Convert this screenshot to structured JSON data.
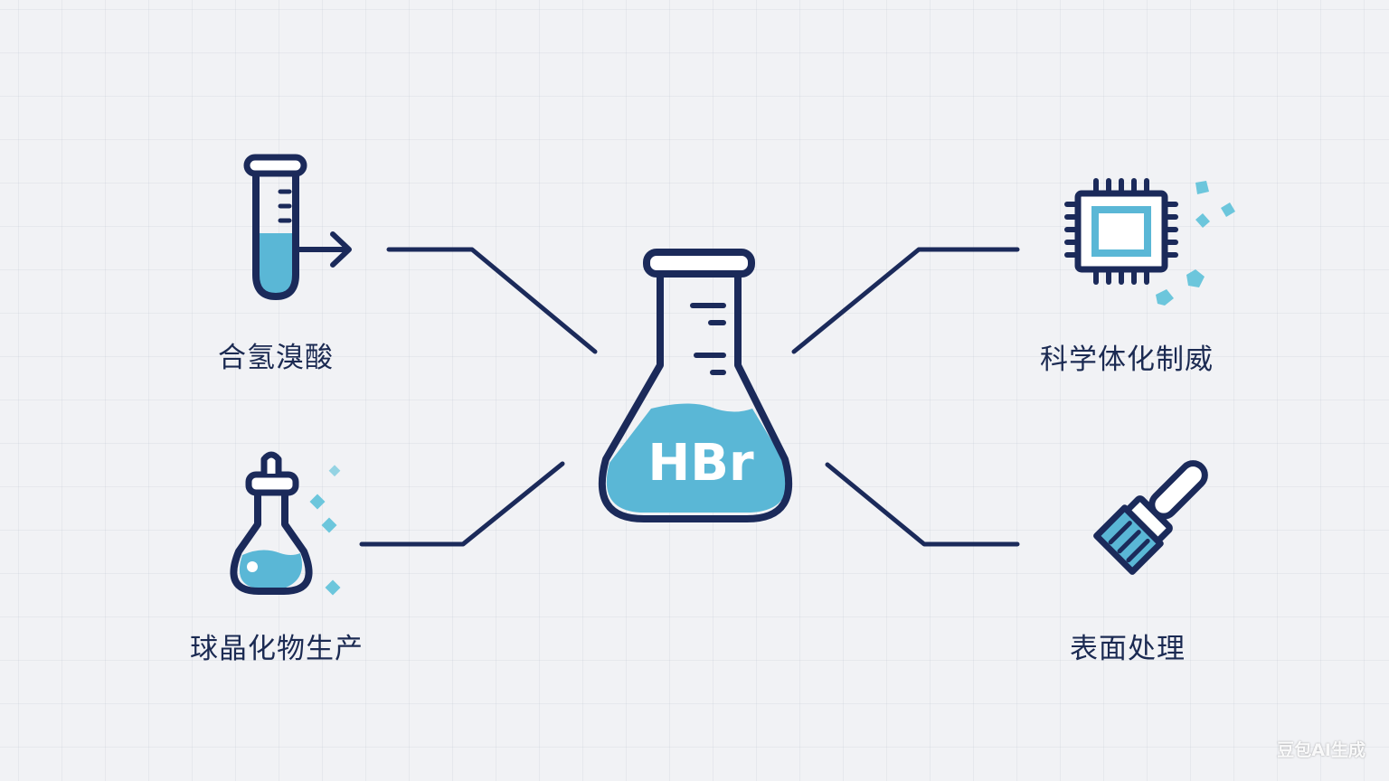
{
  "center": {
    "label": "HBr",
    "icon": "erlenmeyer-flask-icon"
  },
  "nodes": [
    {
      "id": "top-left",
      "label": "合氢溴酸",
      "icon": "test-tube-arrow-icon"
    },
    {
      "id": "bottom-left",
      "label": "球晶化物生产",
      "icon": "dropper-flask-icon"
    },
    {
      "id": "top-right",
      "label": "科学体化制威",
      "icon": "microchip-icon"
    },
    {
      "id": "bottom-right",
      "label": "表面处理",
      "icon": "paint-brush-icon"
    }
  ],
  "colors": {
    "navy": "#1b2a5a",
    "liquid": "#5ab7d6",
    "accent": "#6cc6dc",
    "background": "#f1f2f5"
  },
  "watermark": "豆包AI生成"
}
